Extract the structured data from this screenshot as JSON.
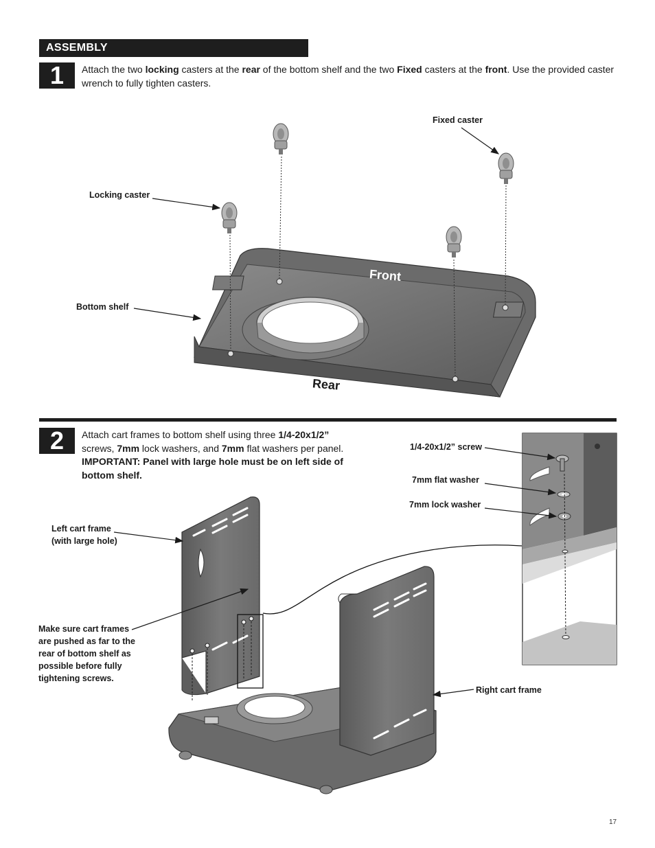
{
  "section": {
    "title": "ASSEMBLY"
  },
  "step1": {
    "number": "1",
    "text": {
      "p1": "Attach the two ",
      "b1": "locking",
      "p2": " casters at the ",
      "b2": "rear",
      "p3": " of the bottom shelf and the two ",
      "b3": "Fixed",
      "p4": " casters at the ",
      "b4": "front",
      "p5": ". Use the provided caster wrench to fully tighten casters."
    },
    "labels": {
      "fixed_caster": "Fixed caster",
      "locking_caster": "Locking caster",
      "bottom_shelf": "Bottom shelf",
      "front": "Front",
      "rear": "Rear"
    }
  },
  "step2": {
    "number": "2",
    "text": {
      "p1": "Attach cart frames to bottom shelf using three ",
      "b1": "1/4-20x1/2”",
      "p2": " screws, ",
      "b2": "7mm",
      "p3": " lock washers, and ",
      "b3": "7mm",
      "p4": " flat washers per panel.",
      "important": "IMPORTANT: Panel with large hole must be on left side of bottom shelf."
    },
    "labels": {
      "screw": "1/4-20x1/2” screw",
      "flat_washer": "7mm flat washer",
      "lock_washer": "7mm lock washer",
      "left_frame_1": "Left cart frame",
      "left_frame_2": "(with large hole)",
      "note_1": "Make sure cart frames",
      "note_2": "are pushed as far to the",
      "note_3": "rear of bottom shelf as",
      "note_4": "possible before fully",
      "note_5": "tightening screws.",
      "right_frame": "Right cart frame"
    }
  },
  "page_number": "17",
  "colors": {
    "ink": "#1e1e1e",
    "part_gray": "#6f6f6f",
    "part_dark": "#4a4a4a"
  }
}
